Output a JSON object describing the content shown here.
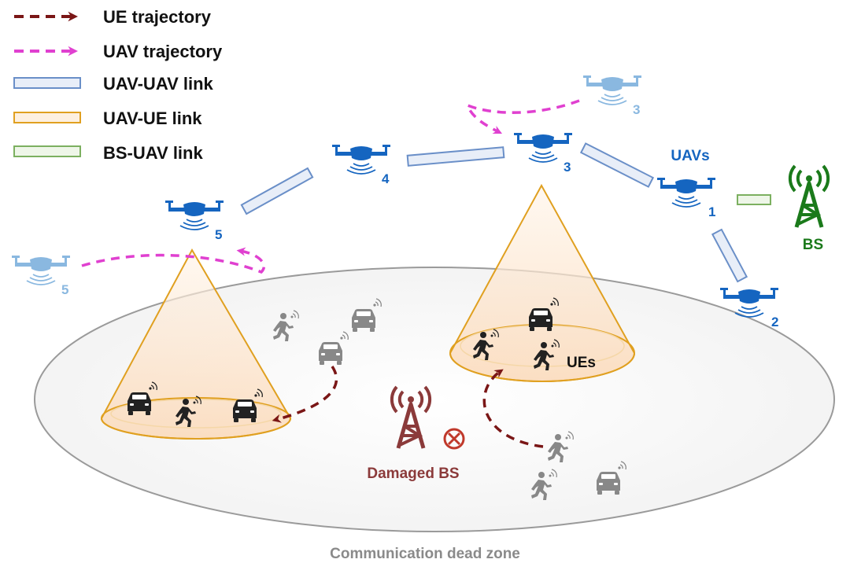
{
  "legend": {
    "ue_trajectory": "UE trajectory",
    "uav_trajectory": "UAV trajectory",
    "uav_uav_link": "UAV-UAV link",
    "uav_ue_link": "UAV-UE link",
    "bs_uav_link": "BS-UAV link"
  },
  "labels": {
    "uavs": "UAVs",
    "bs": "BS",
    "ues": "UEs",
    "damaged_bs": "Damaged BS",
    "dead_zone": "Communication dead zone"
  },
  "drones": {
    "d1": "1",
    "d2": "2",
    "d3": "3",
    "d3_ghost": "3",
    "d4": "4",
    "d5": "5",
    "d5_ghost": "5"
  },
  "colors": {
    "ue_trajectory": "#7a1616",
    "uav_trajectory": "#e040d0",
    "uav_uav_link": "#6a8fc8",
    "uav_ue_link": "#e0a020",
    "bs_uav_link": "#7cb060",
    "uav": "#1565c0",
    "uav_ghost": "#8ab8e0",
    "bs": "#1b7a1b",
    "damaged_bs": "#8b3a3a",
    "ue": "#888888"
  }
}
